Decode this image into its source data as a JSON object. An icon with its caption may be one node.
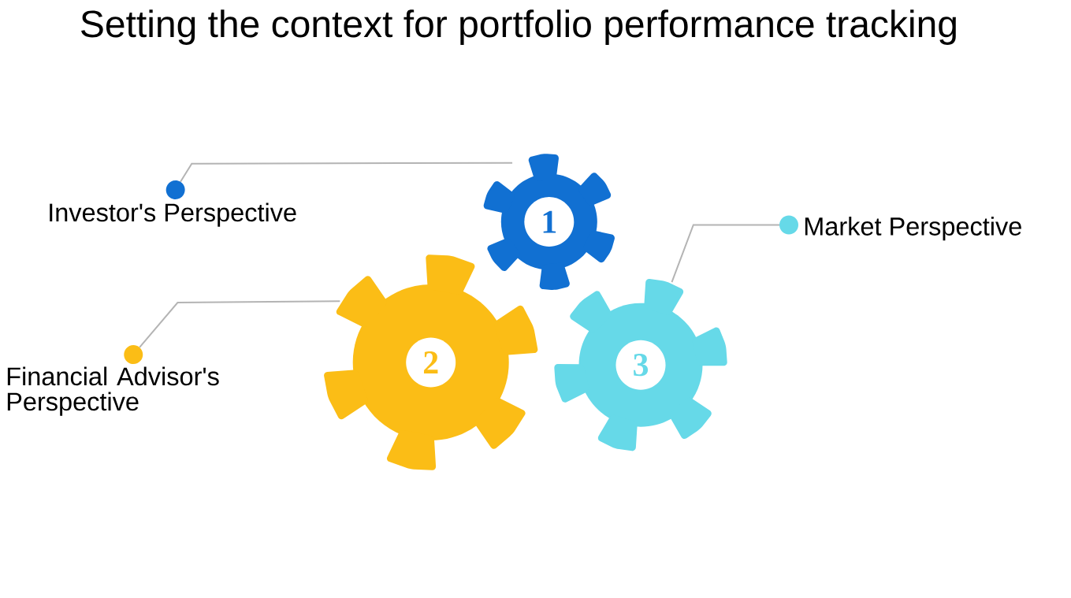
{
  "diagram": {
    "title": "Setting the context for portfolio performance tracking",
    "nodes": [
      {
        "text": [
          "Investor's Perspective"
        ]
      },
      {
        "text": [
          "1"
        ]
      },
      {
        "text": [
          "Market Perspective"
        ]
      },
      {
        "text": [
          "Financial Advisor's Perspective"
        ]
      },
      {
        "text": [
          "2"
        ]
      },
      {
        "text": [
          "3"
        ]
      }
    ],
    "edges": [
      {
        "from": 0,
        "to": 1,
        "arrow": "other"
      },
      {
        "from": 2,
        "to": 5,
        "arrow": "other"
      },
      {
        "from": 3,
        "to": 4,
        "arrow": "other"
      }
    ]
  }
}
